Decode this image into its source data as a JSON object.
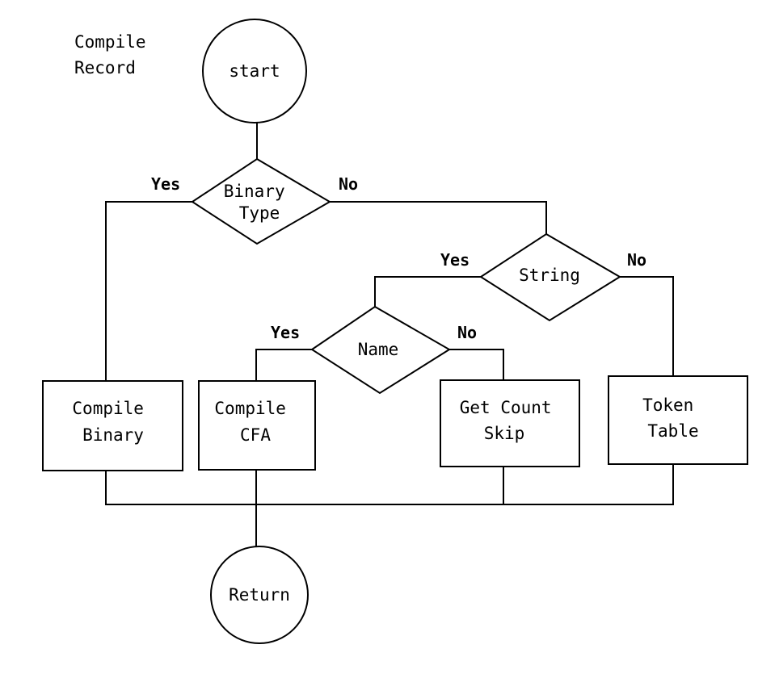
{
  "title": [
    "Compile",
    "Record"
  ],
  "nodes": {
    "start": {
      "shape": "circle",
      "lines": [
        "start"
      ]
    },
    "binary_type": {
      "shape": "diamond",
      "lines": [
        "Binary",
        "Type"
      ]
    },
    "string": {
      "shape": "diamond",
      "lines": [
        "String"
      ]
    },
    "name": {
      "shape": "diamond",
      "lines": [
        "Name"
      ]
    },
    "compile_binary": {
      "shape": "rectangle",
      "lines": [
        "Compile",
        "Binary"
      ]
    },
    "compile_cfa": {
      "shape": "rectangle",
      "lines": [
        "Compile",
        "CFA"
      ]
    },
    "get_count_skip": {
      "shape": "rectangle",
      "lines": [
        "Get Count",
        "Skip"
      ]
    },
    "token_table": {
      "shape": "rectangle",
      "lines": [
        "Token",
        "Table"
      ]
    },
    "return": {
      "shape": "circle",
      "lines": [
        "Return"
      ]
    }
  },
  "edges": [
    {
      "from": "start",
      "to": "binary_type",
      "label": ""
    },
    {
      "from": "binary_type",
      "to": "compile_binary",
      "label": "Yes"
    },
    {
      "from": "binary_type",
      "to": "string",
      "label": "No"
    },
    {
      "from": "string",
      "to": "name",
      "label": "Yes"
    },
    {
      "from": "string",
      "to": "token_table",
      "label": "No"
    },
    {
      "from": "name",
      "to": "compile_cfa",
      "label": "Yes"
    },
    {
      "from": "name",
      "to": "get_count_skip",
      "label": "No"
    },
    {
      "from": "compile_binary",
      "to": "return",
      "label": ""
    },
    {
      "from": "compile_cfa",
      "to": "return",
      "label": ""
    },
    {
      "from": "get_count_skip",
      "to": "return",
      "label": ""
    },
    {
      "from": "token_table",
      "to": "return",
      "label": ""
    }
  ]
}
